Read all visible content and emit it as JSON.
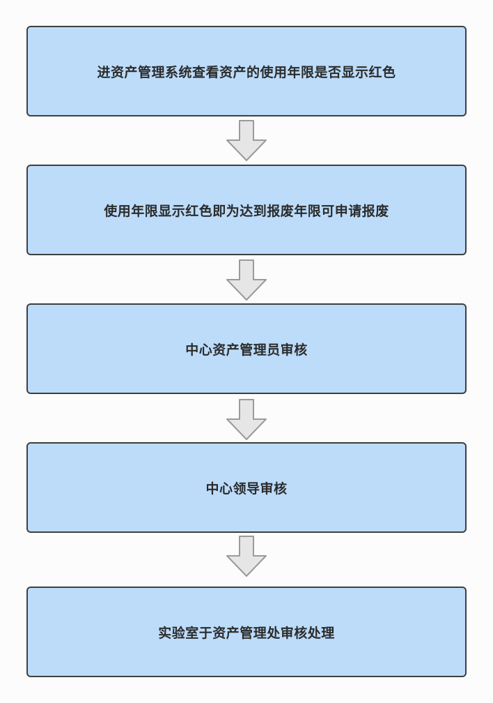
{
  "flowchart": {
    "steps": [
      {
        "label": "进资产管理系统查看资产的使用年限是否显示红色"
      },
      {
        "label": "使用年限显示红色即为达到报废年限可申请报废"
      },
      {
        "label": "中心资产管理员审核"
      },
      {
        "label": "中心领导审核"
      },
      {
        "label": "实验室于资产管理处审核处理"
      }
    ]
  },
  "colors": {
    "box_fill": "#bcdcfa",
    "box_border": "#3f3f3f",
    "arrow_fill": "#e6e6e6",
    "arrow_stroke": "#9a9a9a"
  }
}
